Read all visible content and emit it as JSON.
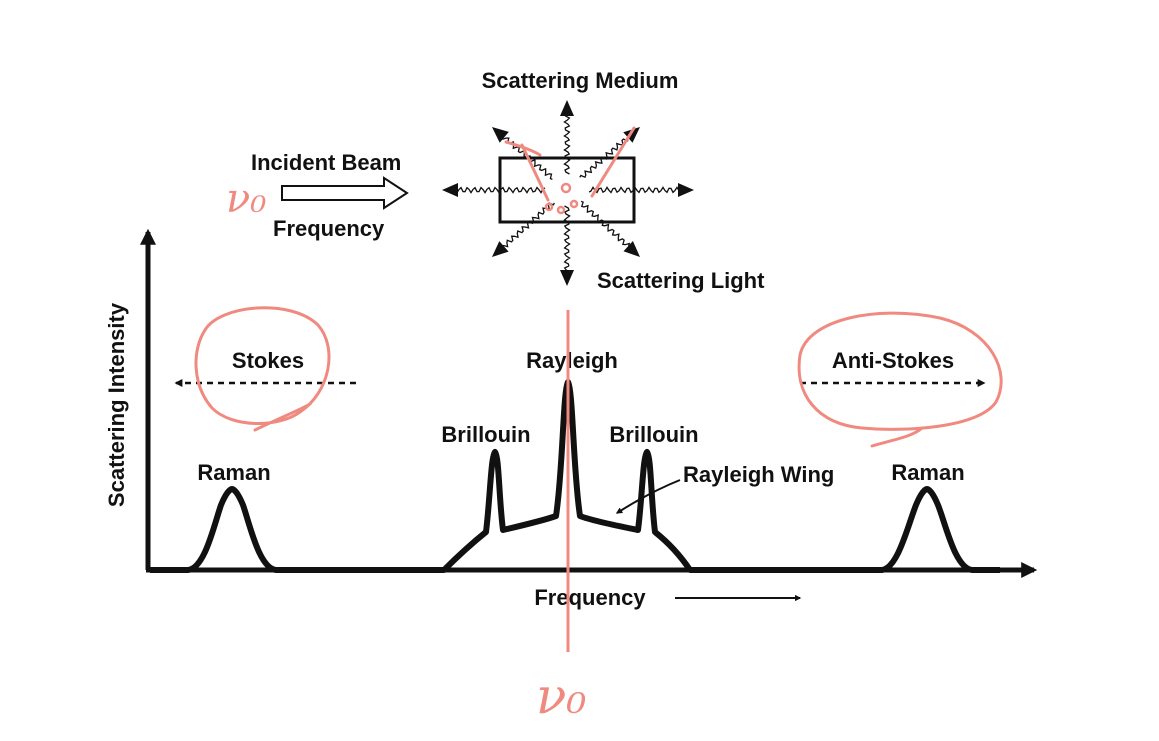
{
  "diagram": {
    "top_labels": {
      "scattering_medium": "Scattering Medium",
      "incident_beam": "Incident Beam",
      "frequency_small": "Frequency",
      "scattering_light": "Scattering Light"
    },
    "axis": {
      "y_label": "Scattering Intensity",
      "x_label": "Frequency"
    },
    "direction_labels": {
      "stokes": "Stokes",
      "anti_stokes": "Anti-Stokes"
    },
    "peaks": {
      "raman_left": "Raman",
      "raman_right": "Raman",
      "brillouin_left": "Brillouin",
      "brillouin_right": "Brillouin",
      "rayleigh": "Rayleigh",
      "rayleigh_wing": "Rayleigh Wing"
    },
    "annotations": {
      "nu0_small": "ν₀",
      "nu0_big": "ν₀"
    },
    "colors": {
      "ink": "#111111",
      "annotation": "#f08a80",
      "background": "#ffffff"
    }
  }
}
